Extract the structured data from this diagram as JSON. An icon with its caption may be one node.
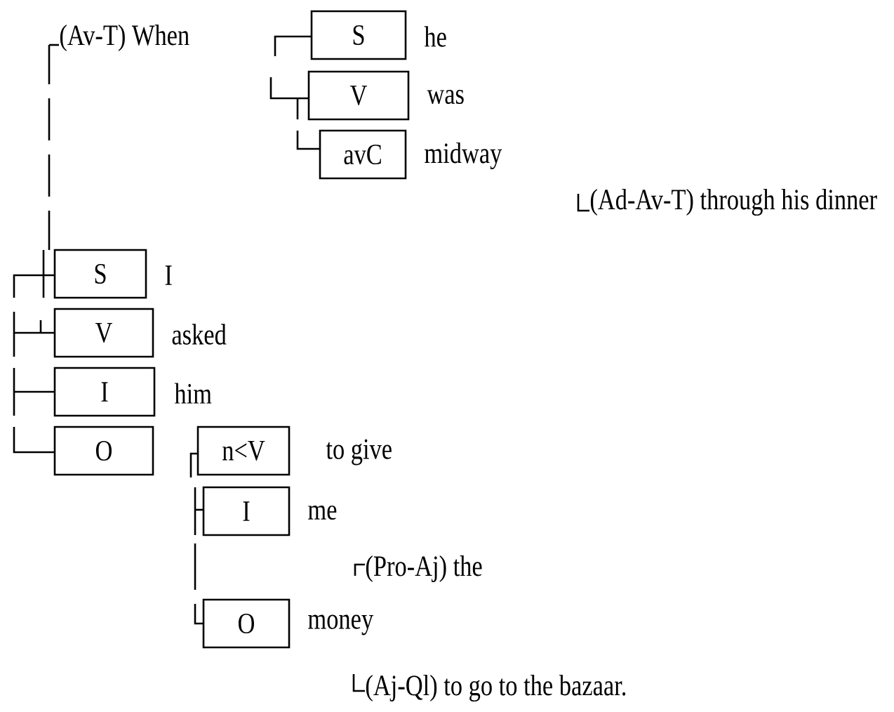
{
  "diagram": {
    "nodes": [
      {
        "text": [
          "S"
        ],
        "beside": [
          "he"
        ]
      },
      {
        "text": [
          "V"
        ],
        "beside": [
          "was"
        ]
      },
      {
        "text": [
          "avC"
        ],
        "beside": [
          "midway"
        ]
      },
      {
        "text": [
          "S"
        ],
        "beside": [
          "I"
        ]
      },
      {
        "text": [
          "V"
        ],
        "beside": [
          "asked"
        ]
      },
      {
        "text": [
          "I"
        ],
        "beside": [
          "him"
        ]
      },
      {
        "text": [
          "O"
        ]
      },
      {
        "text": [
          "n<V"
        ],
        "beside": [
          "to give"
        ]
      },
      {
        "text": [
          "I"
        ],
        "beside": [
          "me"
        ]
      },
      {
        "text": [
          "O"
        ],
        "beside": [
          "money"
        ]
      }
    ],
    "labels": [
      "(Av-T) When",
      "(Ad-Av-T) through his dinner",
      "(Pro-Aj) the",
      "(Aj-Ql) to go to the bazaar."
    ]
  }
}
